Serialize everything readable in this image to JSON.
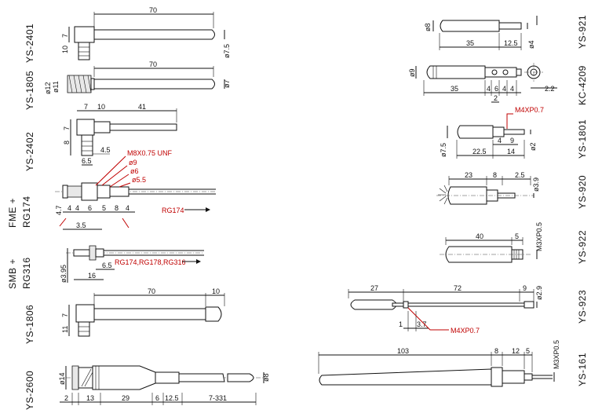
{
  "models_left": [
    {
      "id": "ys2401",
      "label": "YS-2401",
      "dims": {
        "len": "70",
        "h": "7",
        "d1": "10",
        "dia": "ø7.5"
      }
    },
    {
      "id": "ys1805",
      "label": "YS-1805",
      "dims": {
        "len": "70",
        "d1": "ø12",
        "d2": "ø11",
        "dia": "ø7"
      }
    },
    {
      "id": "ys2402",
      "label": "YS-2402",
      "dims": {
        "a": "7",
        "b": "10",
        "c": "41",
        "d": "8",
        "e": "7",
        "f": "4.5",
        "g": "6.5"
      }
    },
    {
      "id": "fme",
      "label": "FME+RG174",
      "label_a": "FME +",
      "label_b": "RG174",
      "dims": {
        "a": "4.7",
        "b": "4",
        "c": "6",
        "d": "5",
        "e": "8",
        "f": "4",
        "g": "4",
        "h": "3.5"
      },
      "callouts": {
        "thread": "M8X0.75 UNF",
        "d9": "ø9",
        "d6": "ø6",
        "d55": "ø5.5",
        "cable": "RG174"
      }
    },
    {
      "id": "smb",
      "label": "SMB+RG316",
      "label_a": "SMB +",
      "label_b": "RG316",
      "dims": {
        "dia": "ø3.95",
        "a": "6.5",
        "b": "16"
      },
      "callouts": {
        "cable": "RG174,RG178,RG316"
      }
    },
    {
      "id": "ys1806",
      "label": "YS-1806",
      "dims": {
        "len": "70",
        "tip": "10",
        "h": "7",
        "d1": "11"
      }
    },
    {
      "id": "ys2600",
      "label": "YS-2600",
      "dims": {
        "dia": "ø14",
        "end": "ø8",
        "a": "2",
        "b": "13",
        "c": "29",
        "d": "6",
        "e": "12.5",
        "f": "7-331"
      }
    }
  ],
  "models_right": [
    {
      "id": "ys921",
      "label": "YS-921",
      "dims": {
        "dia": "ø8",
        "a": "35",
        "b": "12.5",
        "d": "ø4"
      }
    },
    {
      "id": "kc4209",
      "label": "KC-4209",
      "dims": {
        "dia": "ø9",
        "a": "35",
        "b": "4",
        "c": "2",
        "d": "6",
        "e": "4",
        "f": "4",
        "g": "2.2"
      }
    },
    {
      "id": "ys1801",
      "label": "YS-1801",
      "dims": {
        "dia": "ø7.5",
        "a": "22.5",
        "b": "14",
        "c": "4",
        "d": "9",
        "e": "ø2"
      },
      "callouts": {
        "thread": "M4XP0.7"
      }
    },
    {
      "id": "ys920",
      "label": "YS-920",
      "dims": {
        "a": "23",
        "b": "8",
        "c": "2.5",
        "dia": "ø3.9"
      }
    },
    {
      "id": "ys922",
      "label": "YS-922",
      "dims": {
        "a": "40",
        "b": "5",
        "thread": "M3XP0.5"
      }
    },
    {
      "id": "ys923",
      "label": "YS-923",
      "dims": {
        "a": "27",
        "b": "72",
        "c": "9",
        "dia": "ø2.9",
        "d": "1",
        "e": "3.7"
      },
      "callouts": {
        "thread": "M4XP0.7"
      }
    },
    {
      "id": "ys161",
      "label": "YS-161",
      "dims": {
        "a": "103",
        "b": "8",
        "c": "12",
        "d": "5",
        "thread": "M3XP0.5"
      }
    }
  ]
}
